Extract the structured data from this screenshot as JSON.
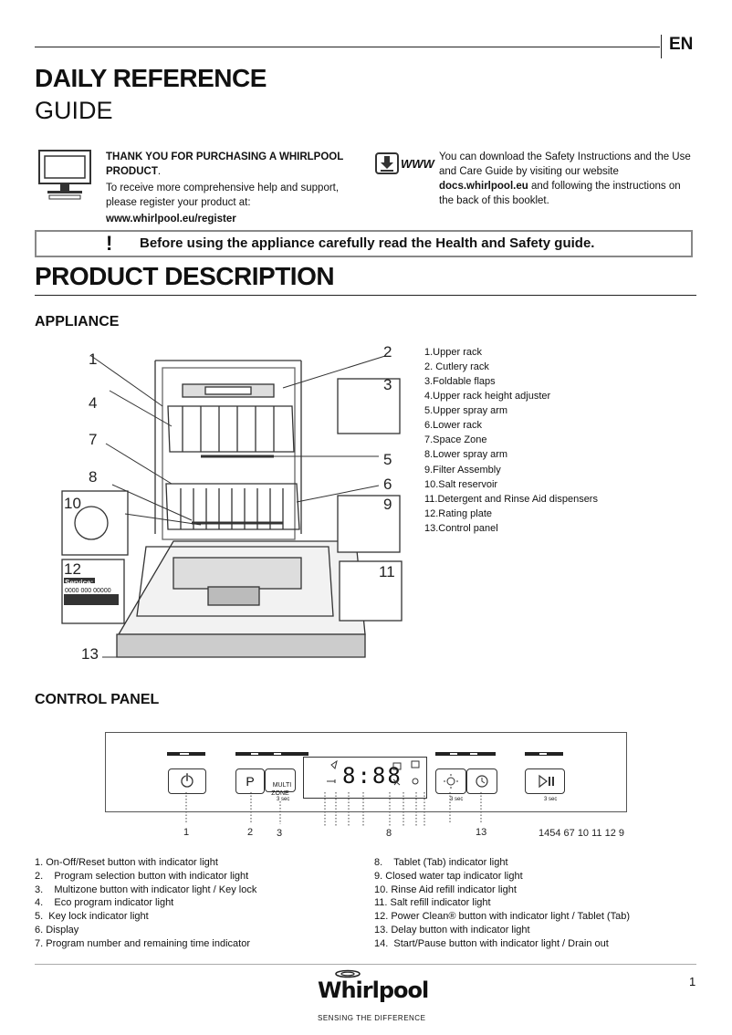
{
  "header": {
    "language": "EN"
  },
  "title": {
    "line1": "DAILY REFERENCE",
    "line2": "GUIDE"
  },
  "intro": {
    "thanks": "THANK YOU FOR PURCHASING A WHIRLPOOL PRODUCT",
    "thanks_end": ".",
    "help": "To receive more comprehensive help and support, please register your product at:",
    "register_url": "www.whirlpool.eu/register",
    "www_label": "WWW",
    "download_text": "You can download the Safety Instructions and the Use and Care Guide by visiting our website",
    "docs_url": "docs.whirlpool.eu",
    "download_text_end": "and following the instructions on the back of this booklet."
  },
  "notice": {
    "mark": "!",
    "text": "Before using the appliance carefully read the Health and Safety guide."
  },
  "product_description": {
    "title": "PRODUCT DESCRIPTION"
  },
  "appliance": {
    "title": "APPLIANCE",
    "legend": [
      "1.Upper rack",
      "2. Cutlery rack",
      "3.Foldable flaps",
      "4.Upper rack height adjuster",
      "5.Upper spray arm",
      "6.Lower rack",
      "7.Space Zone",
      "8.Lower spray arm",
      "9.Filter Assembly",
      "10.Salt reservoir",
      "11.Detergent and Rinse Aid dispensers",
      "12.Rating plate",
      "13.Control panel"
    ],
    "callouts": [
      "1",
      "2",
      "3",
      "4",
      "5",
      "6",
      "7",
      "8",
      "9",
      "10",
      "11",
      "12",
      "13"
    ],
    "rating_plate": {
      "label": "Service:",
      "number": "0000 000 00000"
    }
  },
  "control_panel": {
    "title": "CONTROL PANEL",
    "buttons": {
      "p": "P",
      "multi_zone": "MULTI\nZONE",
      "display": "8:88"
    },
    "hold_labels": [
      "3 sec",
      "3 sec",
      "3 sec"
    ],
    "callouts": [
      "1",
      "2",
      "3",
      "8",
      "13",
      "1454 67 10 11 12 9"
    ],
    "legend_left": [
      "1. On-Off/Reset button with indicator light",
      "2.    Program selection button with indicator light",
      "3.    Multizone button with indicator light / Key lock",
      "4.    Eco program indicator light",
      "5.  Key lock indicator light",
      "6. Display",
      "7. Program number and remaining time indicator"
    ],
    "legend_right": [
      "8.    Tablet (Tab) indicator light",
      "9. Closed water tap indicator light",
      "10. Rinse Aid refill indicator light",
      "11. Salt refill indicator light",
      "12. Power Clean® button with indicator light / Tablet (Tab)",
      "13. Delay button with indicator light",
      "14.  Start/Pause button with indicator light / Drain out"
    ]
  },
  "footer": {
    "page": "1",
    "brand": "Whirlpool",
    "tagline": "SENSING THE DIFFERENCE"
  },
  "colors": {
    "text": "#111111",
    "rule": "#222222",
    "notice_border": "#888888"
  }
}
